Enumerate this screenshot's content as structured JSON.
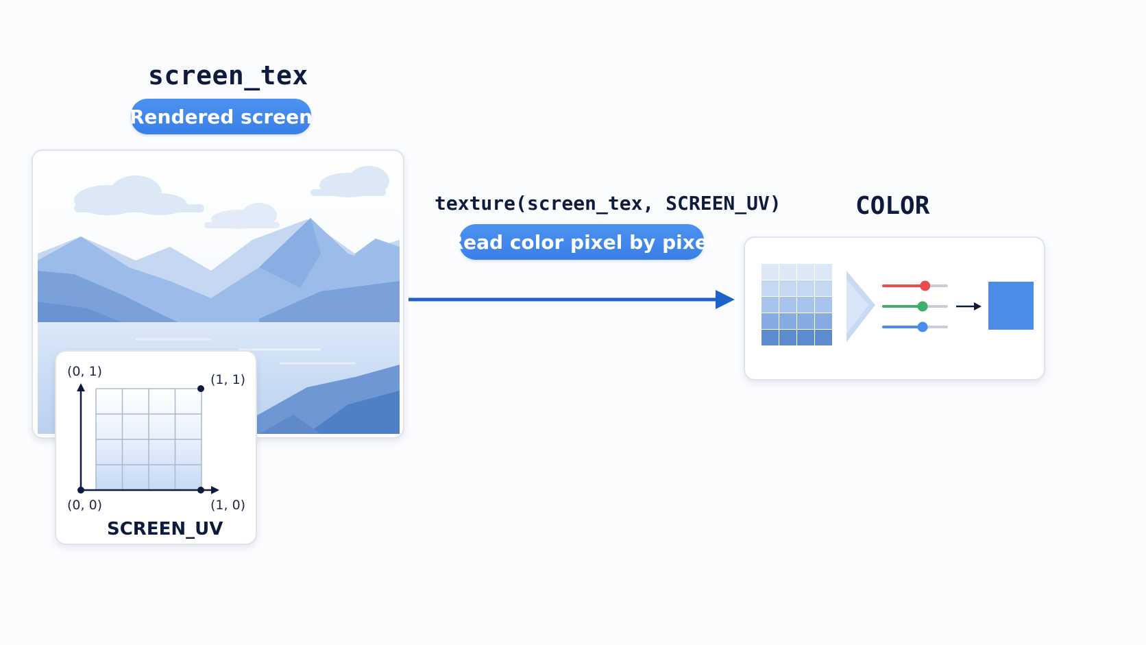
{
  "source": {
    "name": "screen_tex",
    "badge": "Rendered screen"
  },
  "uv_inset": {
    "title": "SCREEN_UV",
    "corners": {
      "top_left": "(0, 1)",
      "top_right": "(1, 1)",
      "bottom_left": "(0, 0)",
      "bottom_right": "(1, 0)"
    },
    "grid": {
      "rows": 4,
      "cols": 4
    }
  },
  "operation": {
    "code": "texture(screen_tex, SCREEN_UV)",
    "badge": "Read color pixel by pixel"
  },
  "output": {
    "name": "COLOR",
    "grid": {
      "rows": 5,
      "cols": 4
    },
    "channels": [
      {
        "name": "red",
        "color": "#e84b4b",
        "level": 0.66
      },
      {
        "name": "green",
        "color": "#3fae68",
        "level": 0.62
      },
      {
        "name": "blue",
        "color": "#4a8cec",
        "level": 0.62
      }
    ],
    "result_color": "#4a8ce8"
  },
  "colors": {
    "accent": "#3d83e8",
    "arrow": "#1e63c9",
    "ink": "#0f1b3d"
  }
}
